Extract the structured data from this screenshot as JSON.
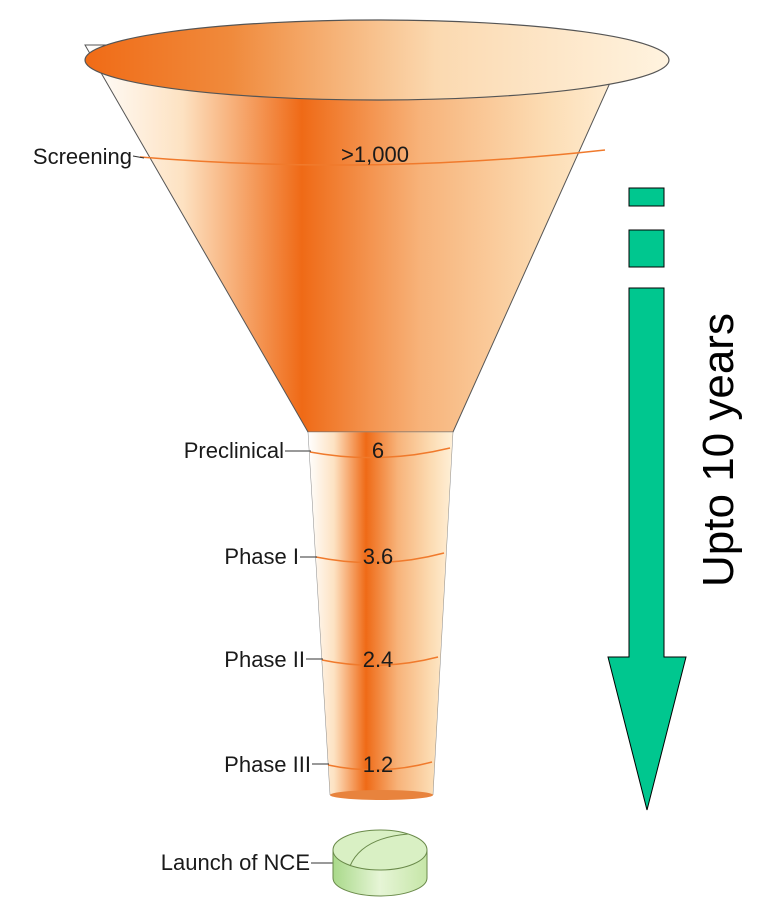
{
  "stages": [
    {
      "label": "Screening",
      "value": ">1,000"
    },
    {
      "label": "Preclinical",
      "value": "6"
    },
    {
      "label": "Phase I",
      "value": "3.6"
    },
    {
      "label": "Phase II",
      "value": "2.4"
    },
    {
      "label": "Phase III",
      "value": "1.2"
    }
  ],
  "launch_label": "Launch of NCE",
  "timeline_label": "Upto 10 years",
  "colors": {
    "funnel_dark": "#ef6a16",
    "funnel_light": "#fde6c6",
    "arrow": "#00c78f",
    "pill": "#cfe9b0"
  }
}
